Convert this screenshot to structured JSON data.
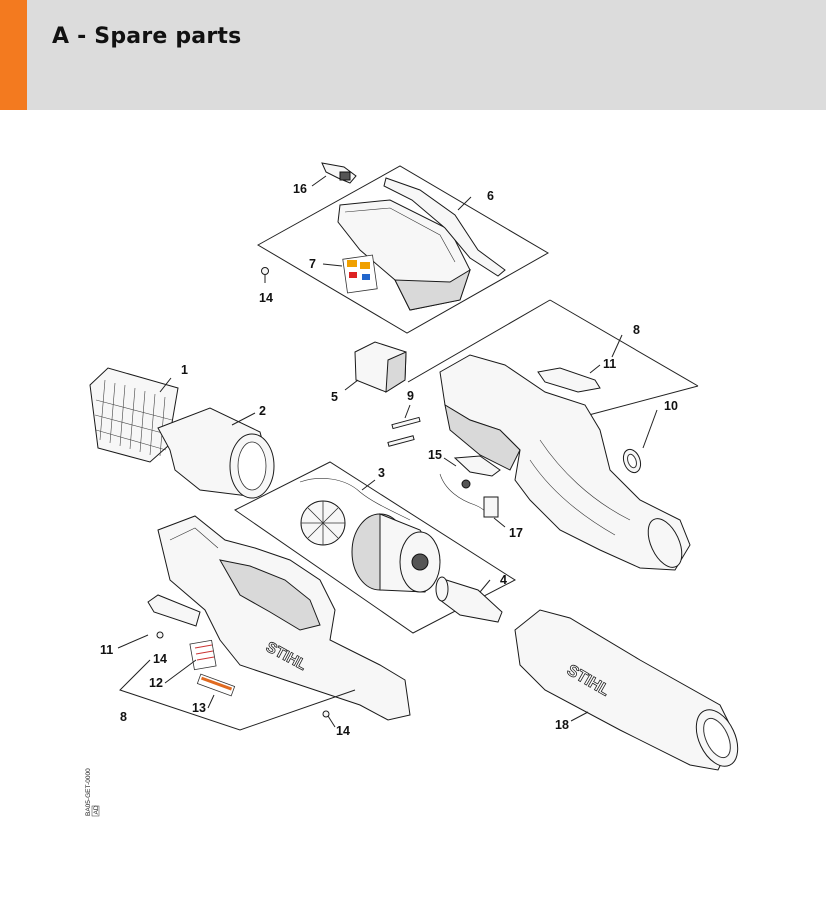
{
  "header": {
    "title": "A - Spare parts",
    "accent_color": "#f37a1f",
    "background_color": "#dcdcdc"
  },
  "diagram": {
    "drawing_number": "BA05-GET-0000",
    "drawing_sub": "AD",
    "callouts": [
      "1",
      "2",
      "3",
      "4",
      "5",
      "6",
      "7",
      "8",
      "8",
      "9",
      "10",
      "11",
      "11",
      "12",
      "13",
      "14",
      "14",
      "14",
      "15",
      "16",
      "17",
      "18"
    ],
    "housing_logo": "STIHL",
    "tube_logo": "STIHL"
  }
}
